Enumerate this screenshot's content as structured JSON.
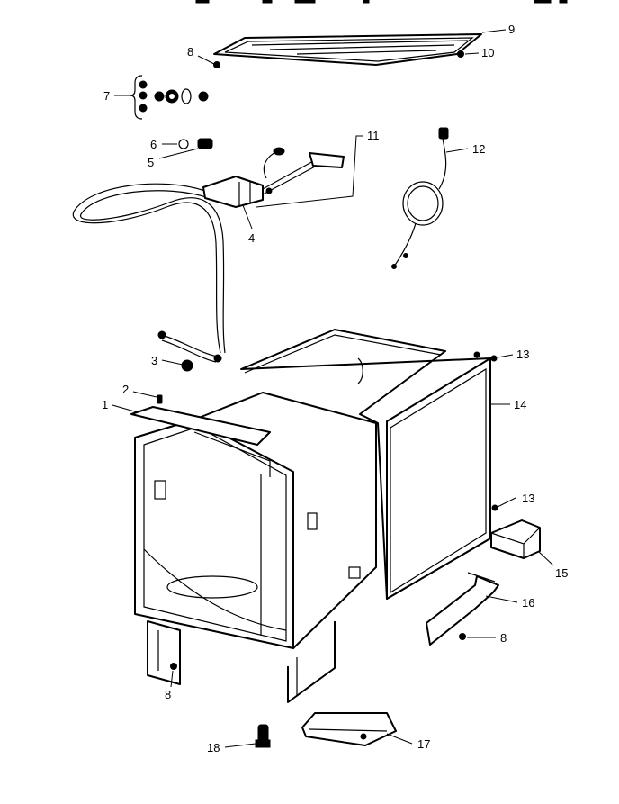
{
  "callouts": {
    "c1": "1",
    "c2": "2",
    "c3": "3",
    "c4": "4",
    "c5": "5",
    "c6": "6",
    "c7": "7",
    "c8a": "8",
    "c8b": "8",
    "c8c": "8",
    "c9": "9",
    "c10": "10",
    "c11": "11",
    "c12": "12",
    "c13a": "13",
    "c13b": "13",
    "c14": "14",
    "c15": "15",
    "c16": "16",
    "c17": "17",
    "c18": "18"
  },
  "colors": {
    "line": "#000000",
    "background": "#ffffff"
  }
}
